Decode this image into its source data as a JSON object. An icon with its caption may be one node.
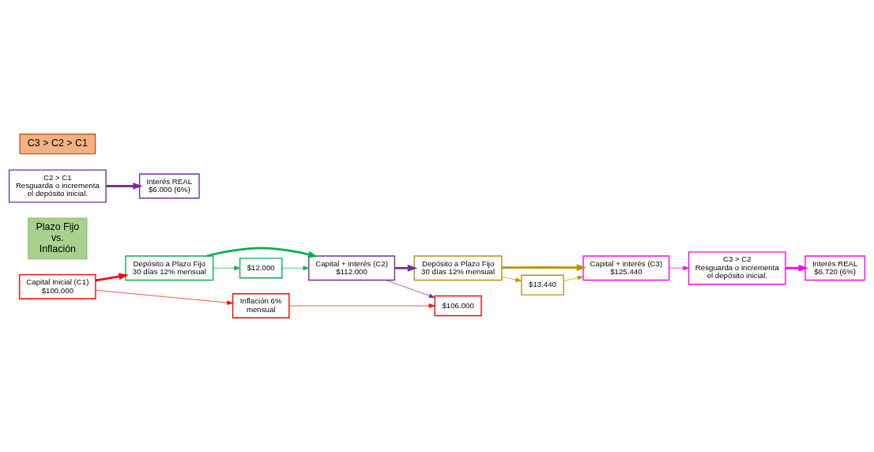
{
  "diagram": {
    "nodes": [
      {
        "text": [
          "Capital Inicial (C1)",
          "$100.000"
        ]
      },
      {
        "text": [
          "Depósito a Plazo Fijo 30 días 12% mensual"
        ]
      },
      {
        "text": [
          "Capital + interés (C2)",
          "$112.000"
        ]
      },
      {
        "text": [
          "Plazo Fijo vs. Inflación"
        ]
      },
      {
        "text": [
          "Inflación 6% mensual"
        ]
      },
      {
        "text": [
          "$12.000"
        ]
      },
      {
        "text": [
          "$106.000"
        ]
      },
      {
        "text": [
          "C2 > C1",
          "Resguarda o incrementa el depósito inicial."
        ]
      },
      {
        "text": [
          "Depósito a Plazo Fijo 30 días 12% mensual"
        ]
      },
      {
        "text": [
          "Capital + interés (C3)",
          "$125.440"
        ]
      },
      {
        "text": [
          "Interés REAL $6.000 (6%)"
        ]
      },
      {
        "text": [
          "$13.440"
        ]
      },
      {
        "text": [
          "Interés REAL $6.720 (6%)"
        ]
      },
      {
        "text": [
          "C3 > C2",
          "Resguarda o incrementa el depósito inicial."
        ]
      },
      {
        "text": [
          "C3 > C2 > C1"
        ]
      }
    ],
    "edges": [
      {
        "from": 0,
        "to": 1,
        "arrow": "to",
        "style": "thick",
        "color": "#ff0000"
      },
      {
        "from": 0,
        "to": 4,
        "arrow": "to",
        "color": "#ff0000"
      },
      {
        "from": 4,
        "to": 6,
        "arrow": "to",
        "color": "#ff0000"
      },
      {
        "from": 2,
        "to": 6,
        "arrow": "to",
        "color": "#7030a0"
      },
      {
        "from": 1,
        "to": 2,
        "arrow": "to",
        "style": "thick",
        "color": "#00b050"
      },
      {
        "from": 1,
        "to": 5,
        "arrow": "to",
        "color": "#00b050"
      },
      {
        "from": 5,
        "to": 2,
        "arrow": "to",
        "color": "#00b050"
      },
      {
        "from": 2,
        "to": 8,
        "arrow": "to",
        "style": "thick",
        "color": "#7030a0"
      },
      {
        "from": 7,
        "to": 10,
        "arrow": "to",
        "style": "thick",
        "color": "#7030a0"
      },
      {
        "from": 8,
        "to": 9,
        "arrow": "to",
        "style": "thick",
        "color": "#bf9000"
      },
      {
        "from": 8,
        "to": 11,
        "arrow": "to",
        "color": "#bf9000"
      },
      {
        "from": 11,
        "to": 9,
        "arrow": "to",
        "color": "#bf9000"
      },
      {
        "from": 9,
        "to": 13,
        "arrow": "to",
        "color": "#ff00ff"
      },
      {
        "from": 13,
        "to": 12,
        "arrow": "to",
        "style": "thick",
        "color": "#ff00ff"
      }
    ]
  }
}
